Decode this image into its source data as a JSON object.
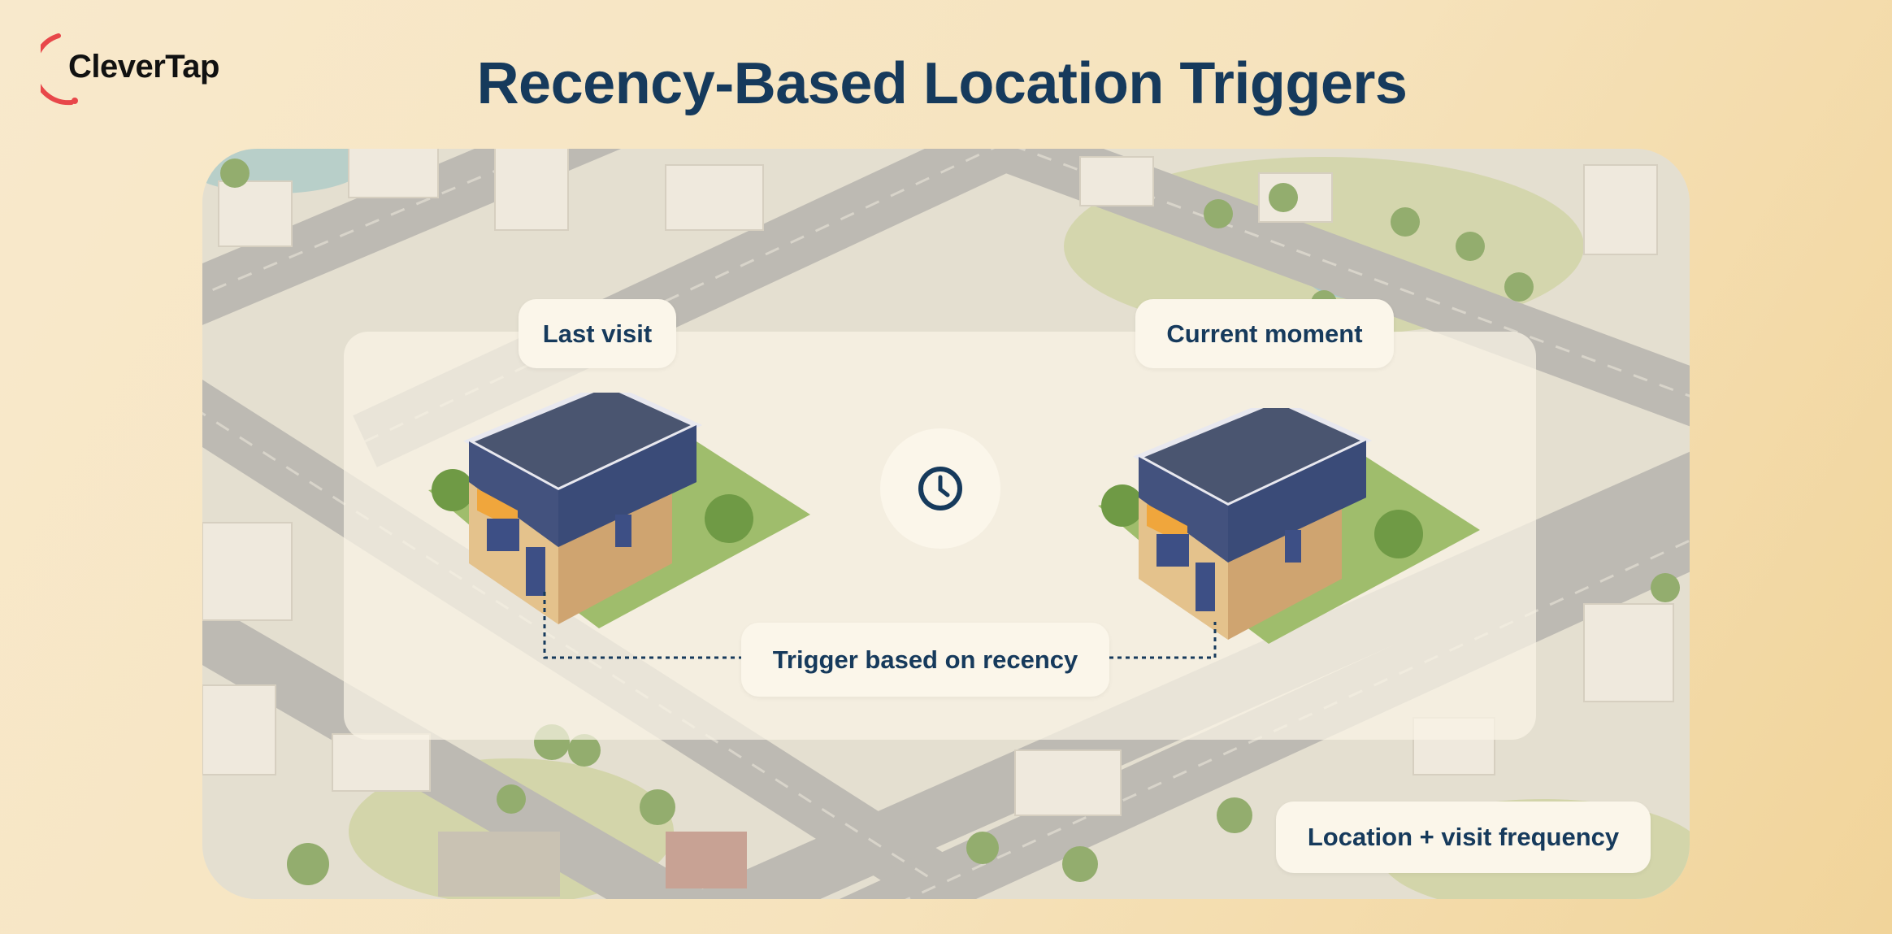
{
  "brand": {
    "logo_text": "CleverTap",
    "accent": "#e8474a"
  },
  "header": {
    "title": "Recency-Based Location Triggers"
  },
  "diagram": {
    "labels": {
      "last_visit": "Last visit",
      "current_moment": "Current moment",
      "trigger": "Trigger based on recency",
      "footer_tag": "Location + visit frequency"
    },
    "center_icon": "clock-icon",
    "colors": {
      "text": "#163a5c",
      "label_bg": "#fbf6ea"
    }
  }
}
